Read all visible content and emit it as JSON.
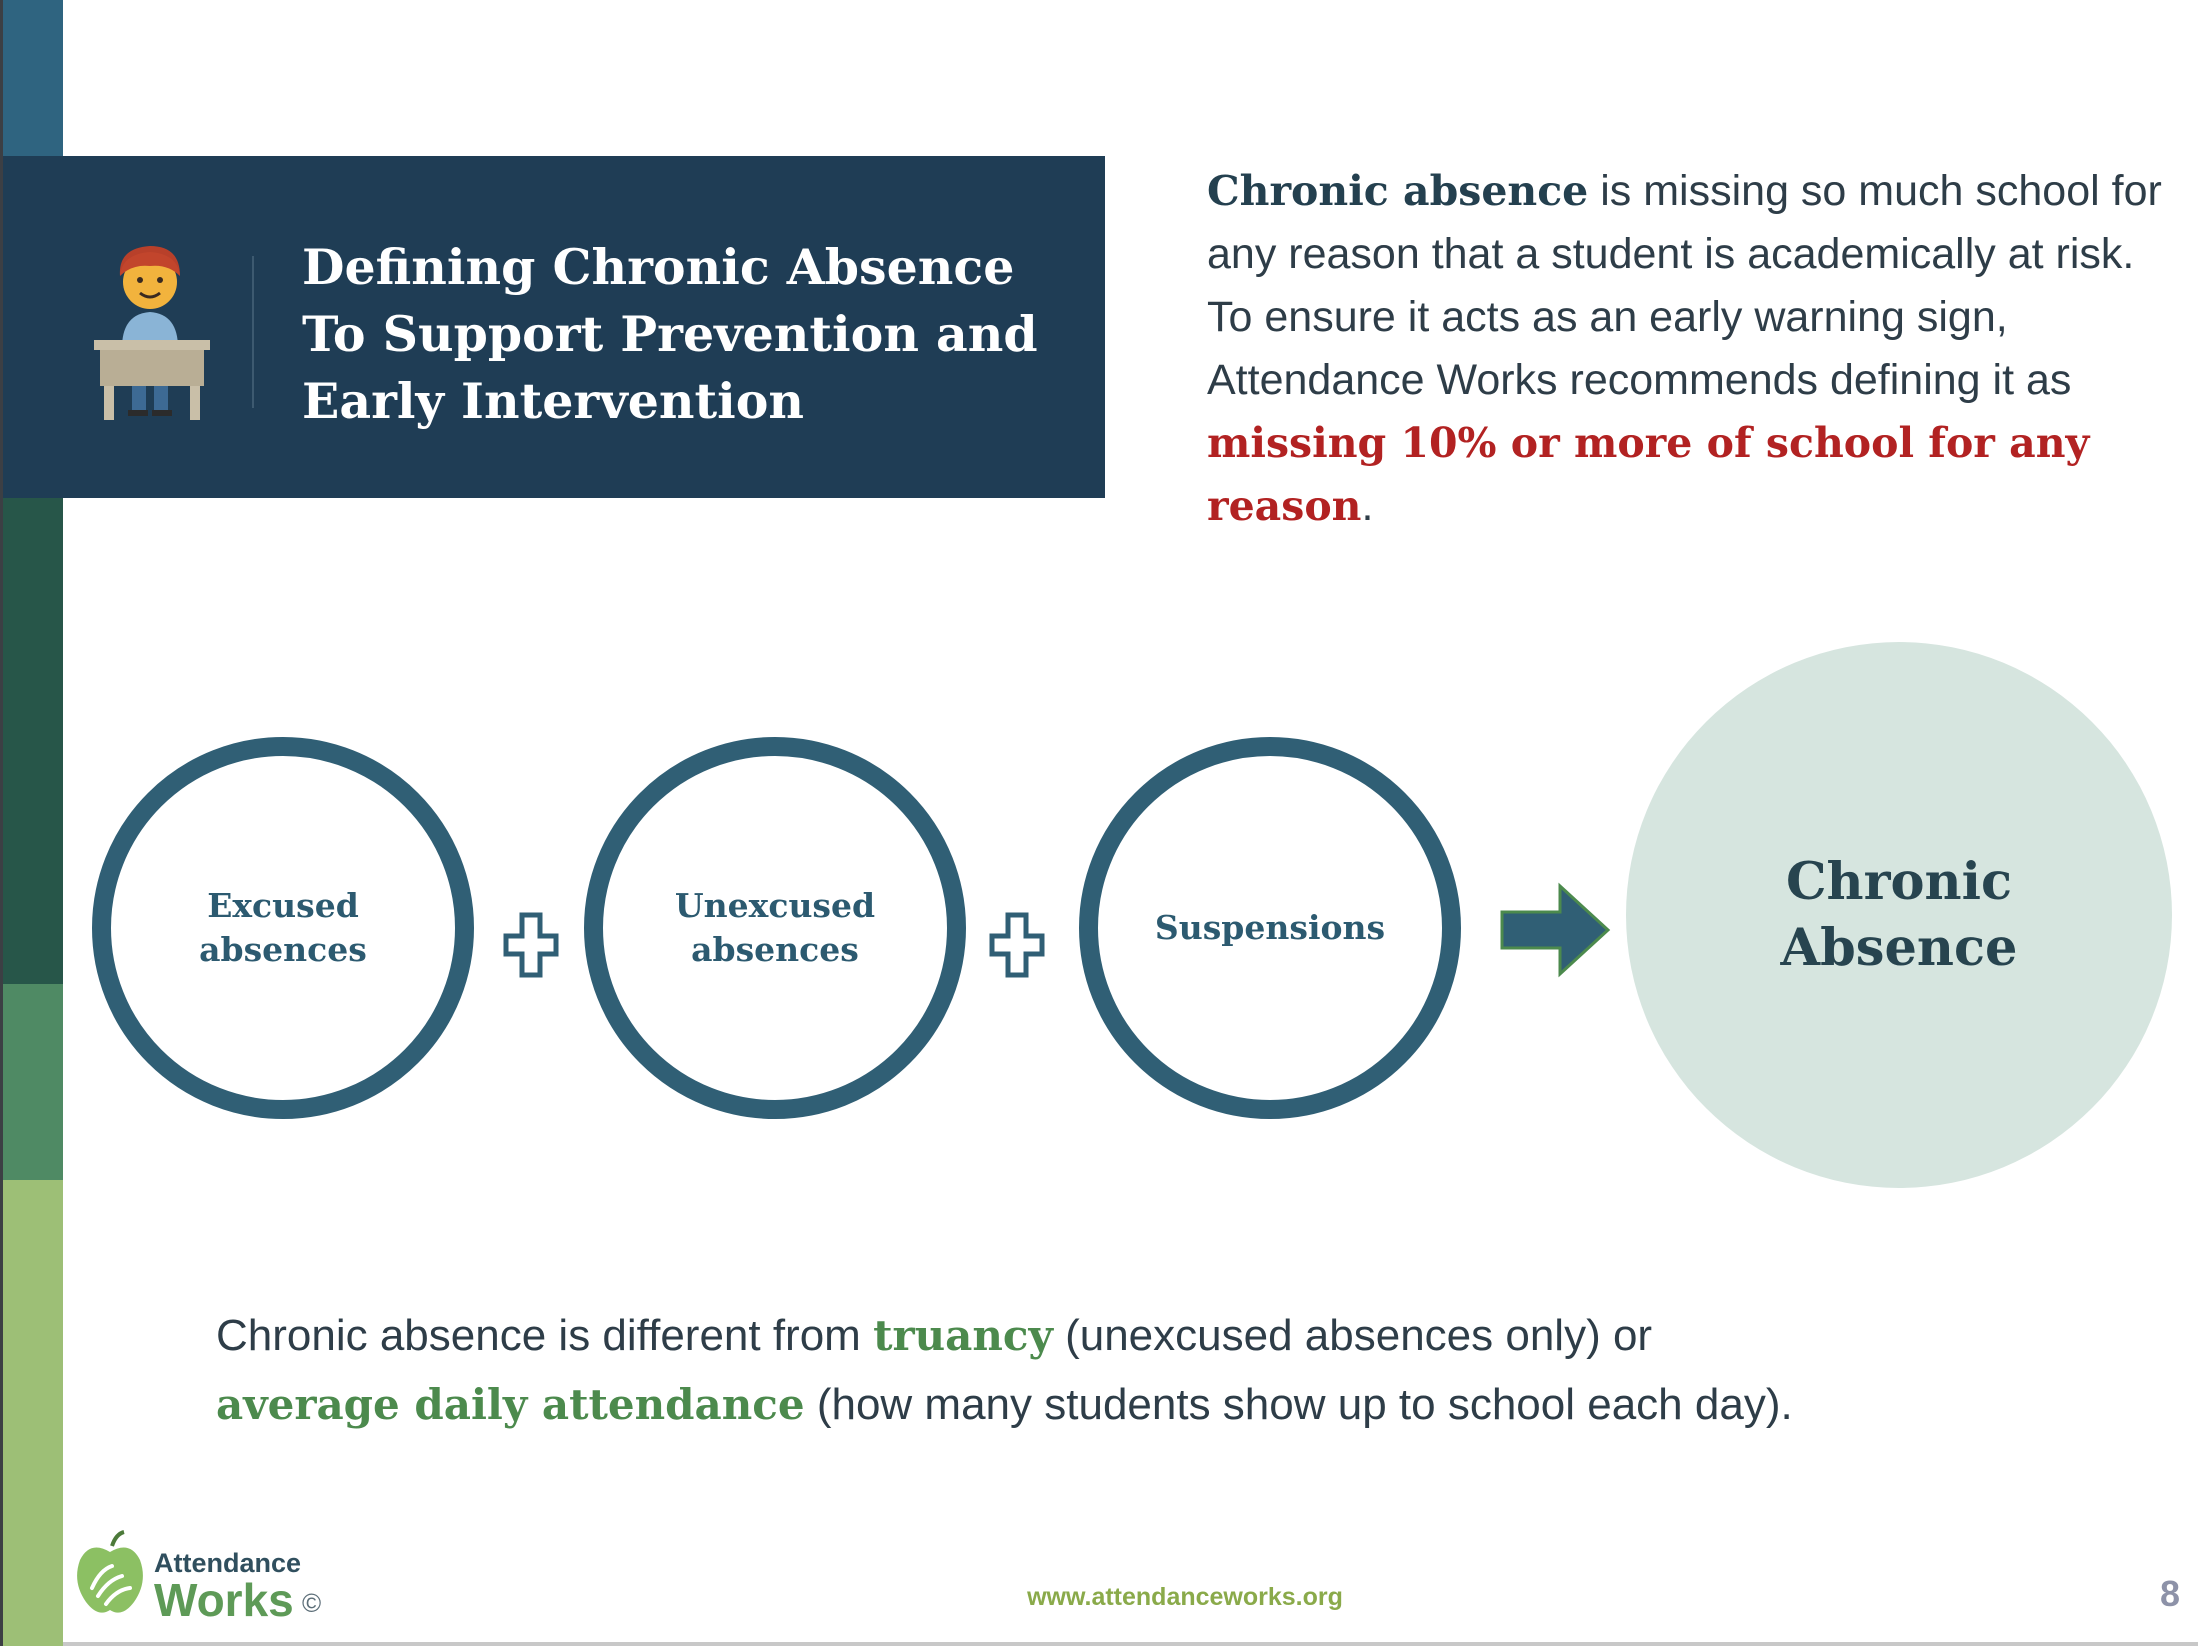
{
  "colors": {
    "navy": "#1f3d55",
    "teal_ring": "#305f75",
    "red_emphasis": "#b22222",
    "green_emphasis": "#4c8a4d",
    "result_fill": "#d6e5df",
    "sidebar_bands": [
      "#2f6480",
      "#1e4459",
      "#275649",
      "#4f8a64",
      "#9dbf76"
    ]
  },
  "header": {
    "title_lines": [
      "Defining Chronic Absence",
      "To Support Prevention and",
      "Early Intervention"
    ],
    "icon": "student-at-desk-icon"
  },
  "intro": {
    "lead": "Chronic absence",
    "text_1": " is missing so much school for any reason that a student is academically at risk.  To ensure it acts as an early warning sign, Attendance Works recommends defining it as ",
    "emphasis": "missing 10% or more of school for any reason",
    "text_2": "."
  },
  "equation": {
    "terms": [
      "Excused absences",
      "Unexcused absences",
      "Suspensions"
    ],
    "operator_icon": "plus-icon",
    "arrow_icon": "arrow-right-icon",
    "result": "Chronic Absence"
  },
  "note": {
    "text_1": "Chronic absence is different from ",
    "term_1": "truancy",
    "text_2": " (unexcused absences only) or ",
    "term_2": "average daily attendance",
    "text_3": " (how many students show up to school each day)."
  },
  "footer": {
    "logo_line1": "Attendance",
    "logo_line2": "Works",
    "copyright": "©",
    "url": "www.attendanceworks.org",
    "page_number": "8"
  }
}
